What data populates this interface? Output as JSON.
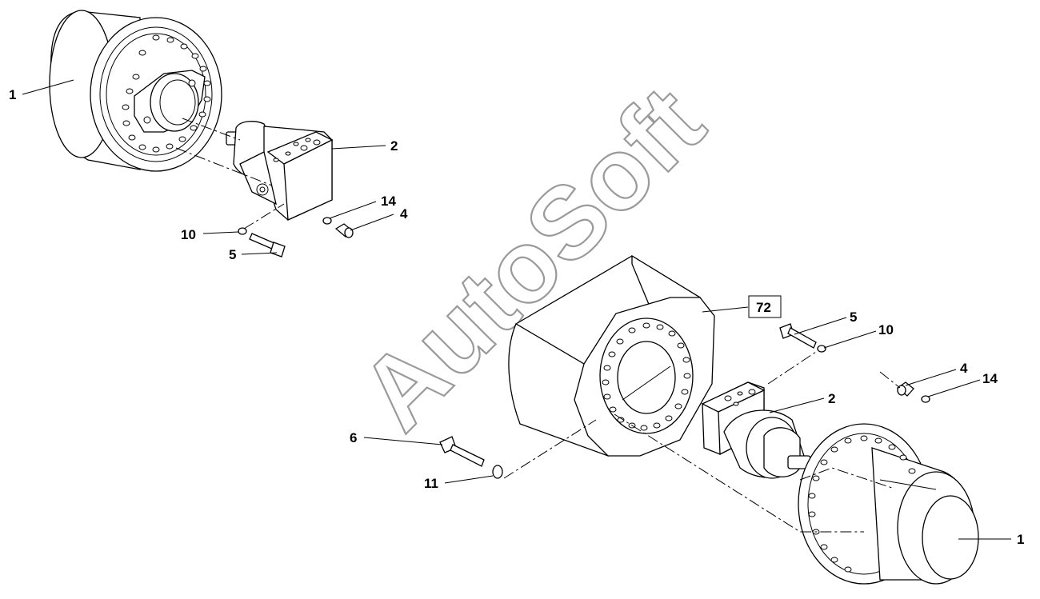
{
  "watermark": "AutoSoft",
  "callouts": {
    "left_1": "1",
    "left_2": "2",
    "left_14": "14",
    "left_4": "4",
    "left_10": "10",
    "left_5": "5",
    "right_72": "72",
    "right_5": "5",
    "right_10": "10",
    "right_2": "2",
    "right_4": "4",
    "right_14": "14",
    "right_6": "6",
    "right_11": "11",
    "right_1": "1"
  }
}
